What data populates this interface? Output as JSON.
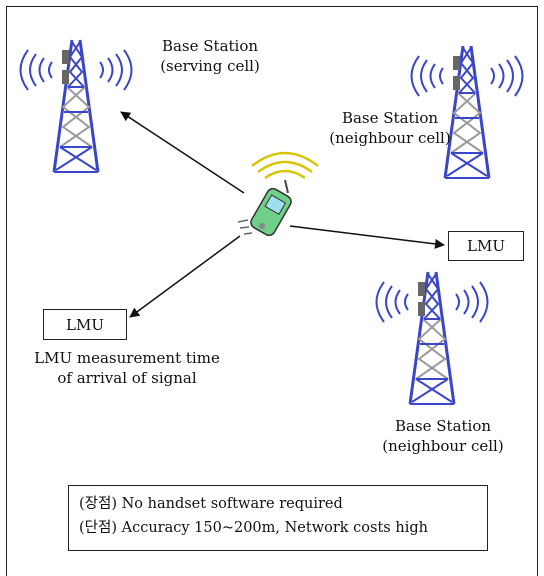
{
  "base_stations": [
    {
      "name": "Base Station",
      "role": "(serving cell)"
    },
    {
      "name": "Base Station",
      "role": "(neighbour cell)"
    },
    {
      "name": "Base Station",
      "role": "(neighbour cell)"
    }
  ],
  "lmu_boxes": [
    "LMU",
    "LMU"
  ],
  "lmu_caption": [
    "LMU measurement time",
    "of arrival of signal"
  ],
  "notes": [
    "(장점) No handset software required",
    "(단점) Accuracy 150~200m, Network costs high"
  ]
}
